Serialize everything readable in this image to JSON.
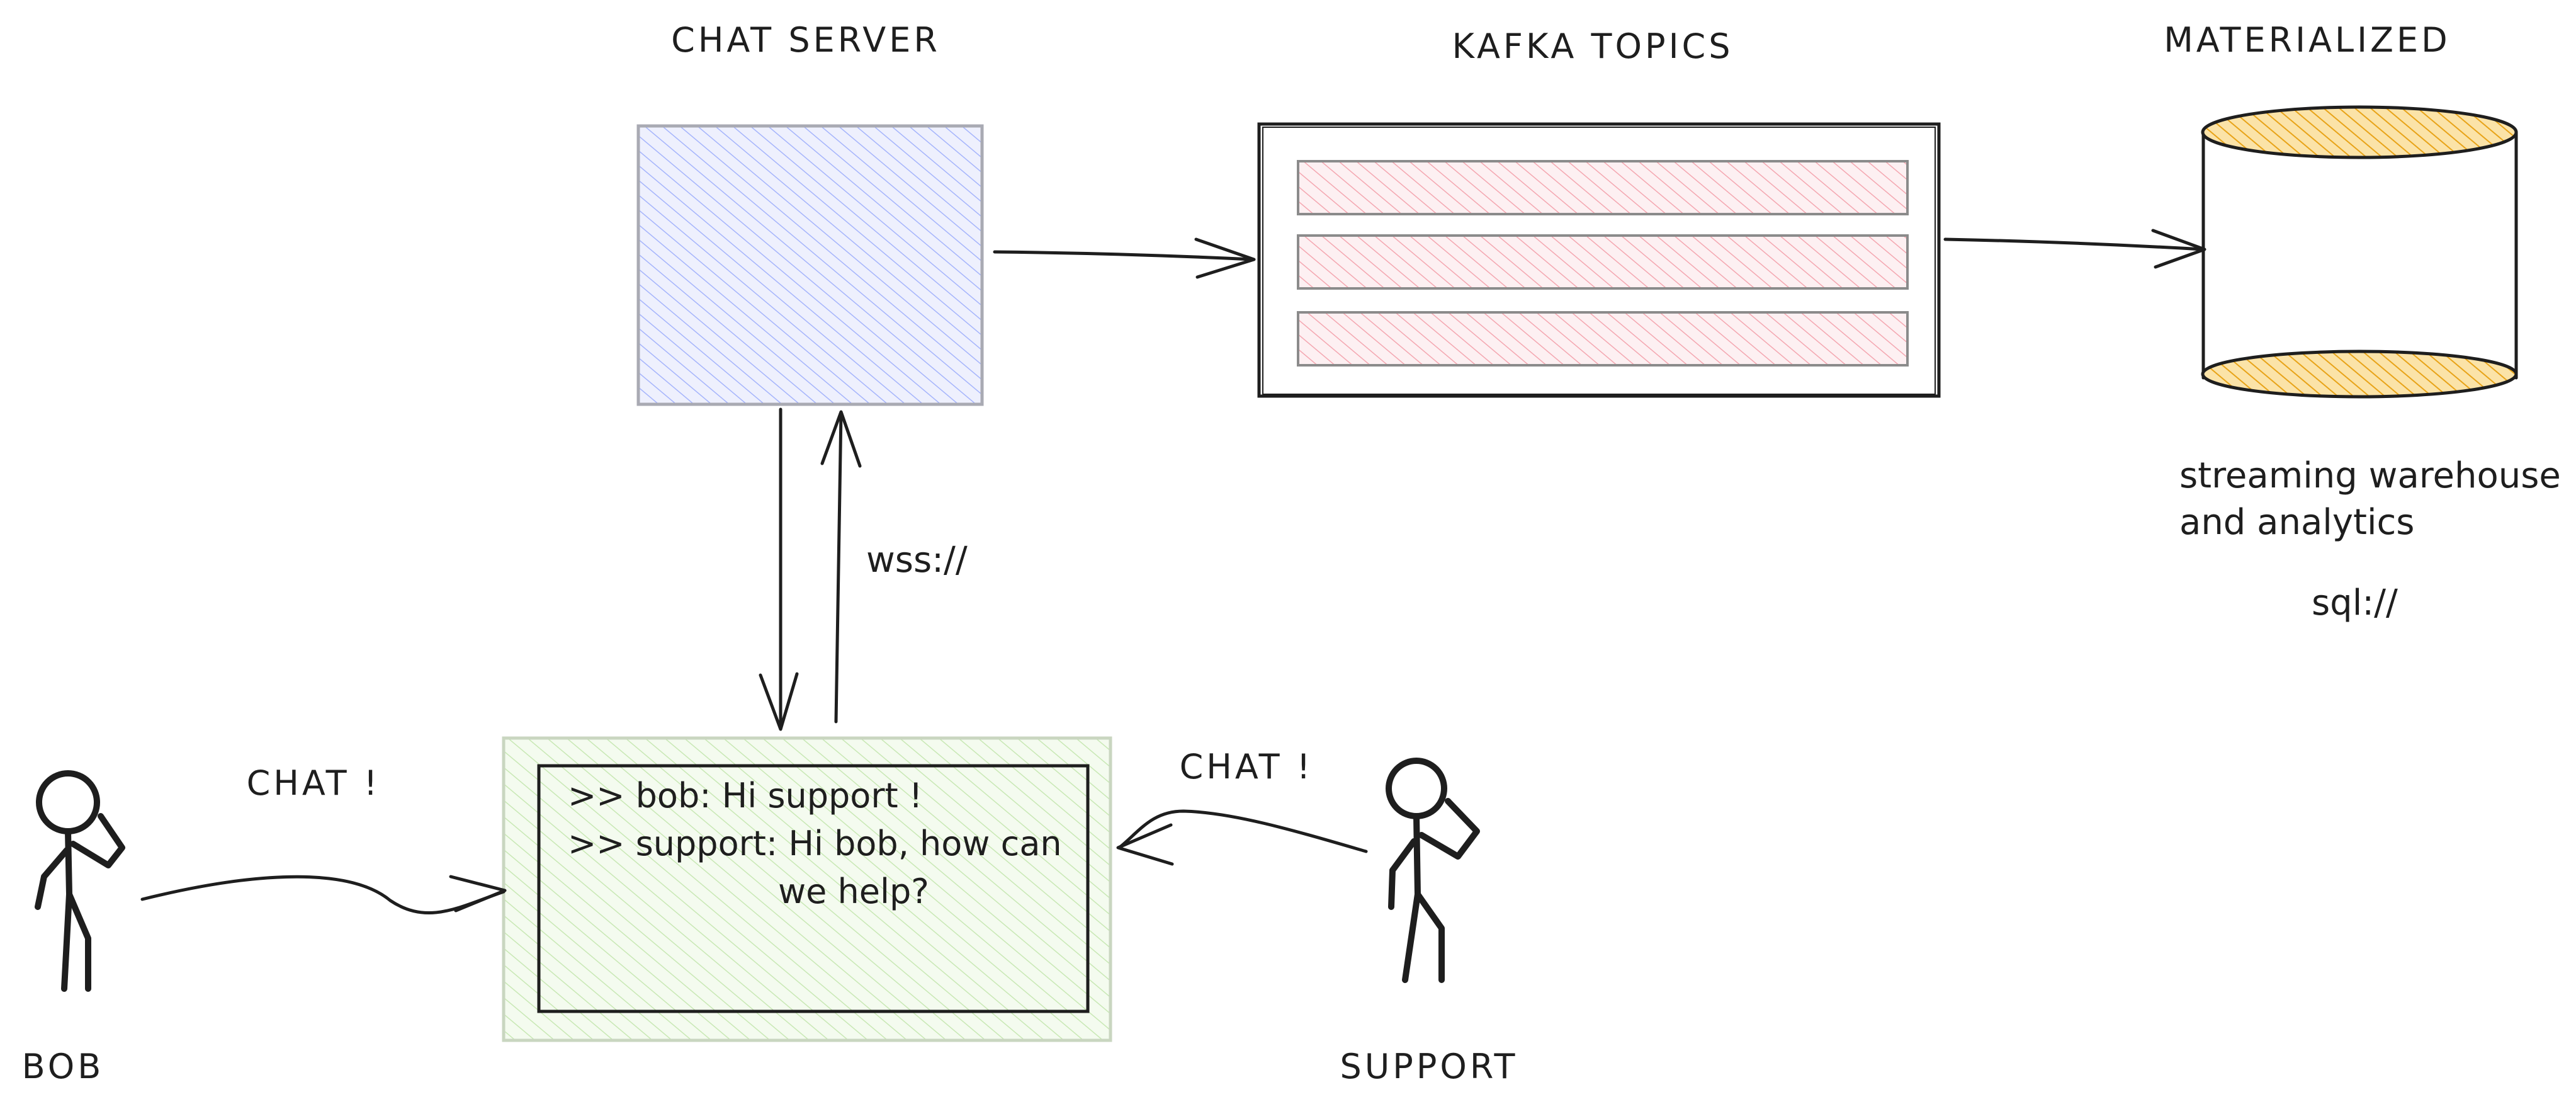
{
  "labels": {
    "chat_server": "CHAT SERVER",
    "kafka_topics": "KAFKA TOPICS",
    "materialized": "MATERIALIZED",
    "warehouse_line1": "streaming warehouse",
    "warehouse_line2": "and analytics",
    "sql_protocol": "sql://",
    "wss_protocol": "wss://",
    "bob_name": "BOB",
    "support_name": "SUPPORT",
    "bob_chat": "CHAT !",
    "support_chat": "CHAT !"
  },
  "chat_window": {
    "line1": ">> bob: Hi support !",
    "line2": ">> support: Hi bob, how can",
    "line3": "we help?"
  },
  "colors": {
    "chat_server_fill": "#a5b4fc",
    "kafka_topic_fill": "#f4a6b0",
    "database_cap_fill": "#f0b429",
    "chat_window_fill": "#b9e2a0",
    "stroke": "#1e1e1e"
  }
}
